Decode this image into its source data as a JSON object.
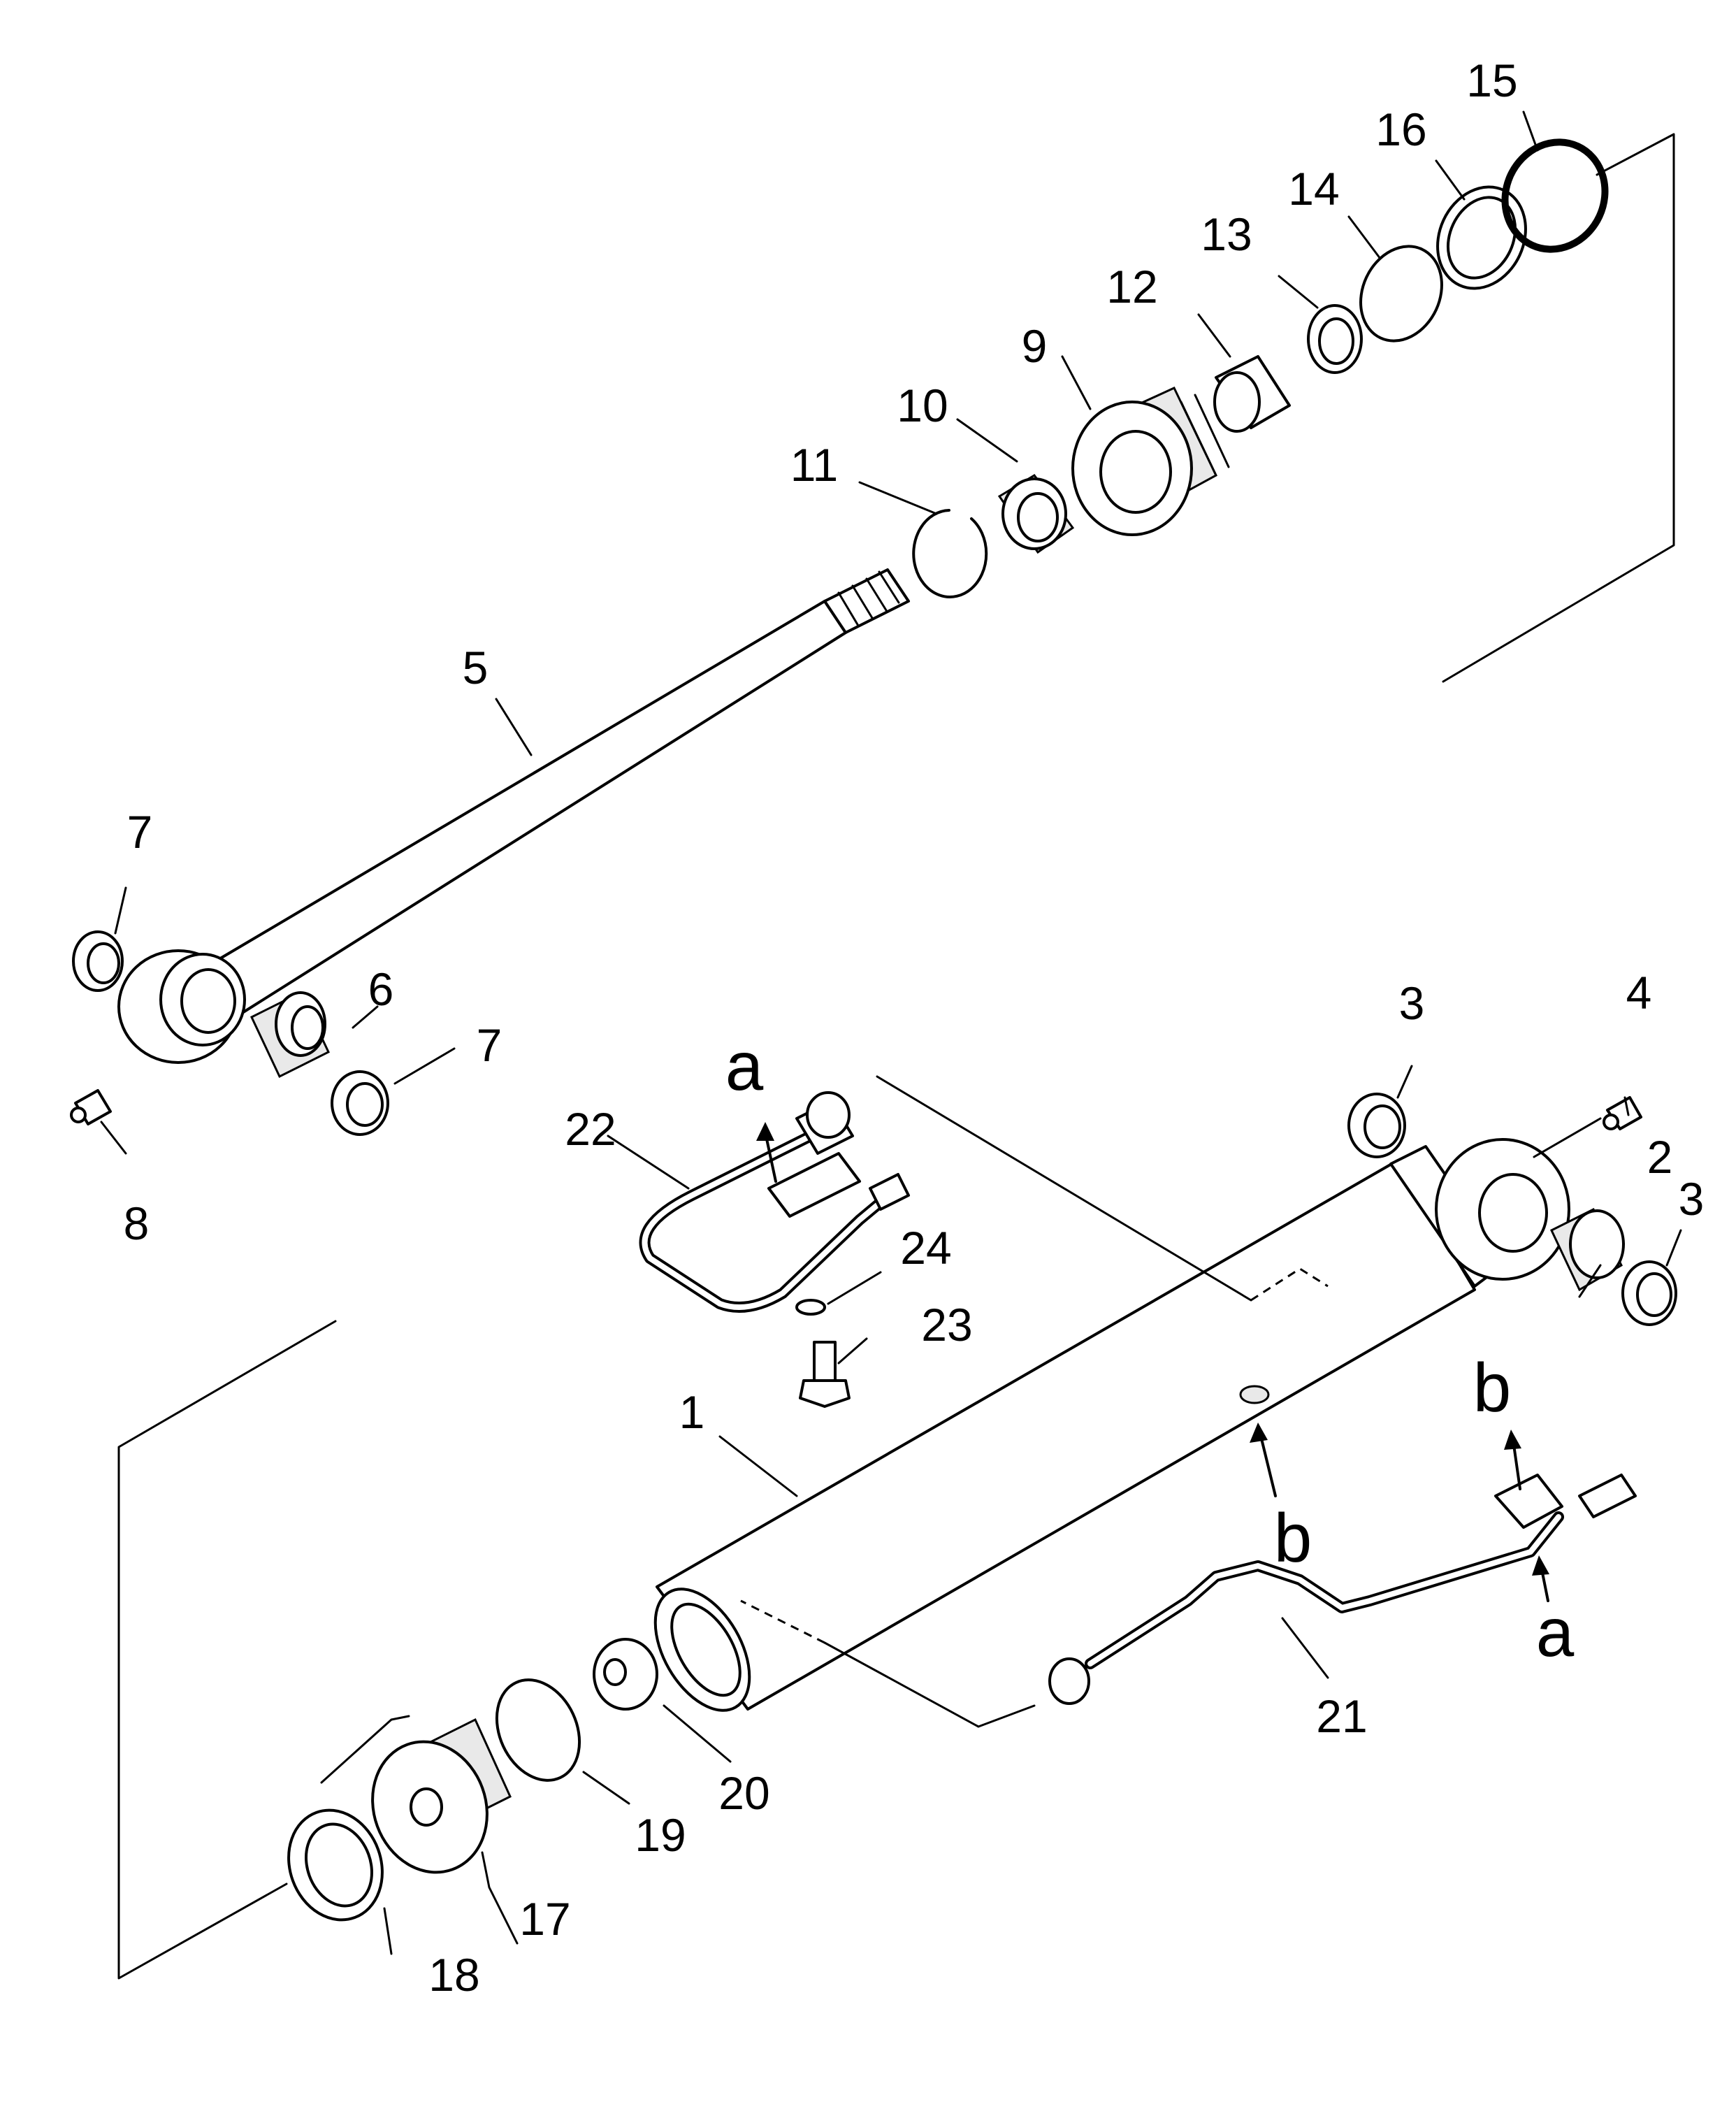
{
  "diagram": {
    "part_numbers": [
      "1",
      "2",
      "3",
      "3",
      "4",
      "5",
      "6",
      "7",
      "7",
      "8",
      "9",
      "10",
      "11",
      "12",
      "13",
      "14",
      "15",
      "16",
      "17",
      "18",
      "19",
      "20",
      "21",
      "22",
      "23",
      "24"
    ],
    "connection_marks": [
      "a",
      "a",
      "b",
      "b"
    ]
  }
}
